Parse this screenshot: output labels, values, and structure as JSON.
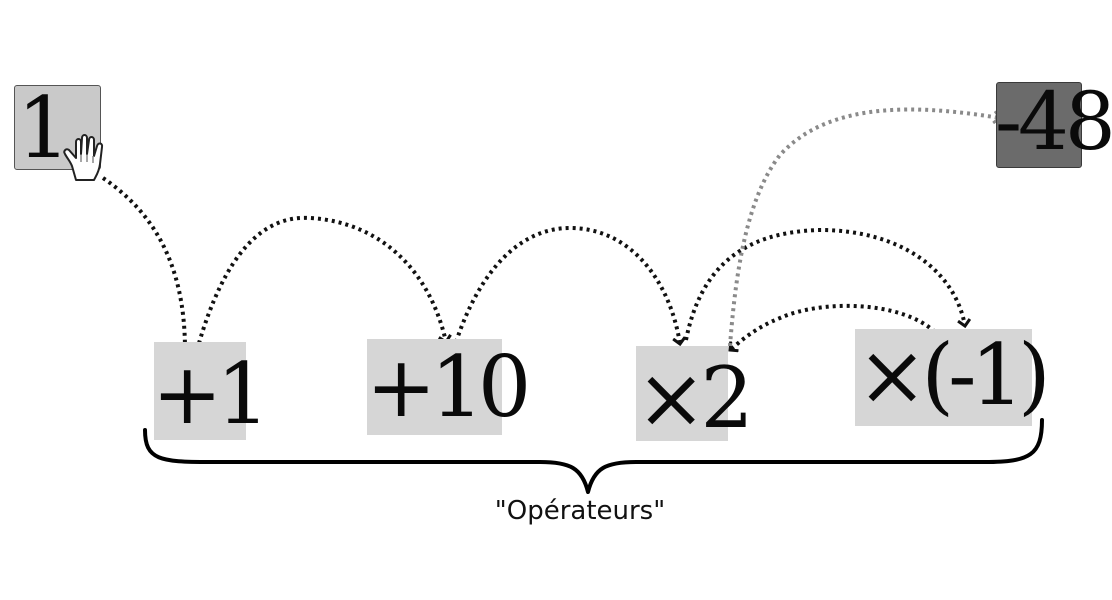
{
  "start": {
    "value": "1"
  },
  "result": {
    "value": "-48"
  },
  "operators": [
    {
      "label": "+1"
    },
    {
      "label": "+10"
    },
    {
      "label": "×2"
    },
    {
      "label": "×(-1)"
    }
  ],
  "brace_label": "\"Opérateurs\"",
  "colors": {
    "start_fill": "#c9c9c9",
    "result_fill": "#6b6b6b",
    "operator_fill": "#d6d6d6",
    "path_arrow": "#111111",
    "result_arrow": "#8a8a8a"
  },
  "icons": [
    "hand-cursor-icon"
  ]
}
